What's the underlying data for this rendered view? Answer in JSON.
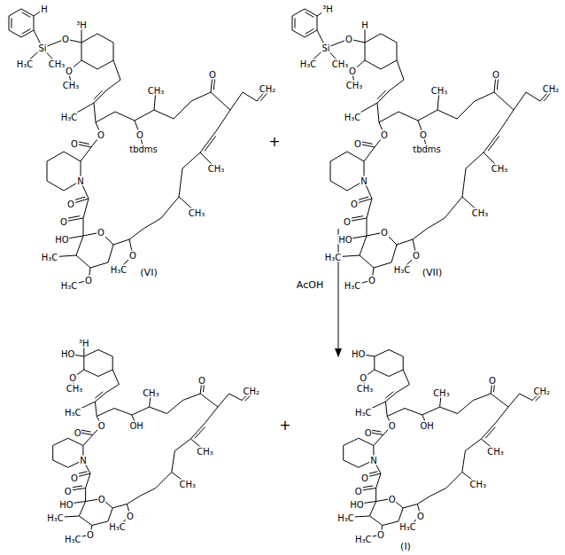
{
  "diagram": {
    "labels": [
      "H",
      "Si",
      "H₃C",
      "CH₃",
      "O",
      "³H",
      "O",
      "CH₃",
      "H₃C",
      "CH₃",
      "O",
      "O",
      "O",
      "tbdms",
      "O",
      "CH₂",
      "CH₃",
      "CH₃",
      "N",
      "O",
      "O",
      "HO",
      "O",
      "H₃C",
      "O",
      "H₃C",
      "O",
      "H₃C",
      "+",
      "³H",
      "Si",
      "H₃C",
      "CH₃",
      "O",
      "H",
      "O",
      "CH₃",
      "H₃C",
      "CH₃",
      "O",
      "O",
      "O",
      "tbdms",
      "O",
      "CH₂",
      "CH₃",
      "CH₃",
      "N",
      "O",
      "O",
      "HO",
      "O",
      "H₃C",
      "O",
      "H₃C",
      "O",
      "H₃C",
      "(VI)",
      "(VII)",
      "AcOH",
      "HO",
      "³H",
      "O",
      "CH₃",
      "H₃C",
      "CH₃",
      "O",
      "O",
      "OH",
      "O",
      "CH₂",
      "CH₃",
      "CH₃",
      "N",
      "O",
      "O",
      "HO",
      "O",
      "H₃C",
      "O",
      "H₃C",
      "O",
      "H₃C",
      "+",
      "HO",
      "O",
      "CH₃",
      "H₃C",
      "CH₃",
      "O",
      "O",
      "OH",
      "O",
      "CH₂",
      "CH₃",
      "CH₃",
      "N",
      "O",
      "O",
      "HO",
      "O",
      "H₃C",
      "O",
      "H₃C",
      "O",
      "H₃C",
      "(I)"
    ]
  }
}
